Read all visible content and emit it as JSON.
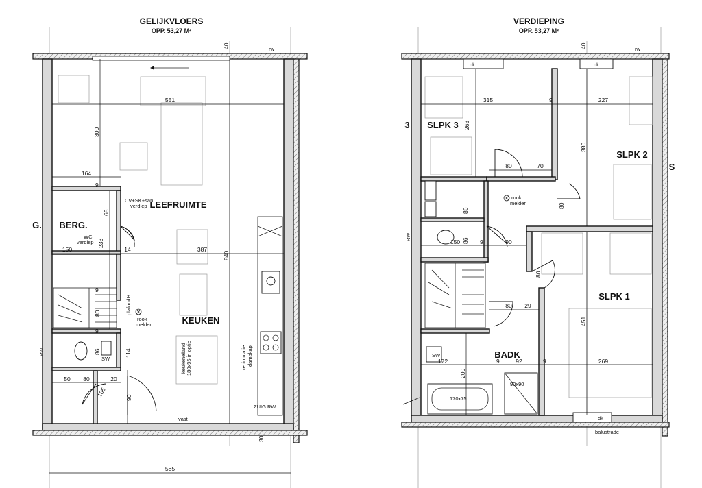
{
  "ground_floor": {
    "title": "GELIJKVLOERS",
    "area": "OPP. 53,27 M²",
    "rooms": {
      "living": "LEEFRUIMTE",
      "kitchen": "KEUKEN",
      "storage": "BERG.",
      "storage_cut": "G."
    },
    "notes": {
      "cv": "CV+SK+san.",
      "cv_sub": "verdiep",
      "wc": "WC",
      "wc_sub": "verdiep",
      "smoke": "rook",
      "smoke_sub": "melder",
      "ceiling": "plafondH",
      "hood": "recirculatie",
      "hood_sub": "dampkap",
      "fixed": "vast",
      "rw": "rw",
      "rw2": "RW",
      "sw": "SW",
      "zuig": "ZUIG.RW",
      "fridge_note": "keukeneiland",
      "fridge_note2": "180x95 in optie"
    },
    "dims": {
      "d551": "551",
      "d300": "300",
      "d164": "164",
      "d65": "65",
      "d233": "233",
      "d150": "150",
      "d14": "14",
      "d387": "387",
      "d840": "840",
      "d9a": "9",
      "d9b": "9",
      "d9c": "9",
      "d80a": "80",
      "d86": "86",
      "d114": "114",
      "d50": "50",
      "d80b": "80",
      "d20": "20",
      "d105": "105",
      "d90": "90",
      "d40": "40",
      "d30": "30",
      "d585": "585"
    }
  },
  "upper_floor": {
    "title": "VERDIEPING",
    "area": "OPP. 53,27 M²",
    "rooms": {
      "bed3": "SLPK 3",
      "bed2": "SLPK 2",
      "bed1": "SLPK 1",
      "bath": "BADK",
      "cut_left": "3",
      "cut_right": "S"
    },
    "notes": {
      "dk1": "dk",
      "dk2": "dk",
      "dk3": "dk",
      "rw": "rw",
      "smoke": "rook",
      "smoke_sub": "melder",
      "bath_tub": "170x75",
      "shower": "90x90",
      "balustrade": "balustrade",
      "rw2": "RW",
      "sw": "SW"
    },
    "dims": {
      "d315": "315",
      "d9a": "9",
      "d227": "227",
      "d263": "263",
      "d380": "380",
      "d80a": "80",
      "d70": "70",
      "d80b": "80",
      "d86a": "86",
      "d86b": "86",
      "d150": "150",
      "d9b": "9",
      "d90": "90",
      "d80c": "80",
      "d29": "29",
      "d80d": "80",
      "d451": "451",
      "d172": "172",
      "d9c": "9",
      "d92": "92",
      "d9d": "9",
      "d269": "269",
      "d200": "200",
      "d40": "40"
    }
  }
}
